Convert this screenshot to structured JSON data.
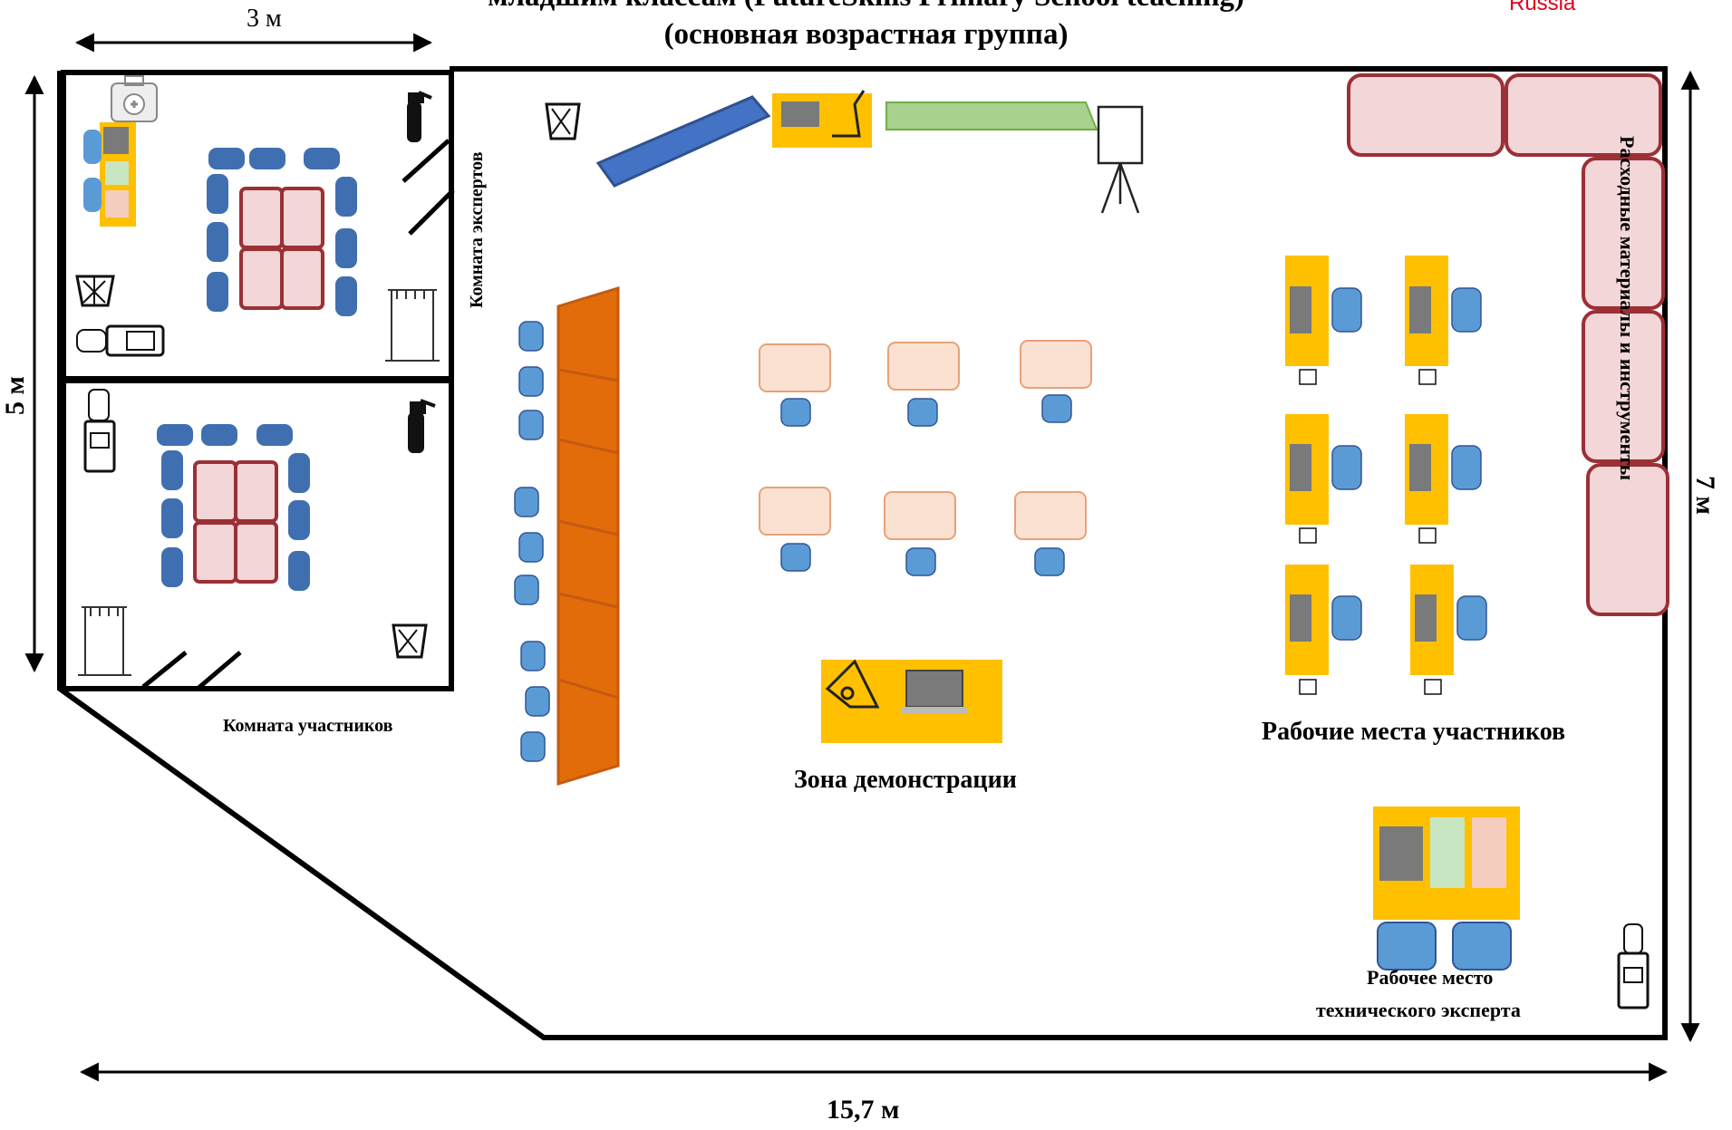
{
  "header": {
    "title_line1": "младшим классам (FutureSkills Primary School teaching)",
    "title_line2": "(основная возрастная группа)",
    "brand": "Russia"
  },
  "dimensions": {
    "top_width": "3 м",
    "left_height": "5 м",
    "right_height": "7 м",
    "bottom_width": "15,7 м"
  },
  "labels": {
    "expert_room": "Комната экспертов",
    "participant_room": "Комната участников",
    "consumables": "Расходные материалы и инструменты",
    "demo_zone": "Зона демонстрации",
    "workplaces": "Рабочие места участников",
    "tech_expert_line1": "Рабочее место",
    "tech_expert_line2": "технического эксперта"
  },
  "colors": {
    "wall": "#000000",
    "chair": "#3f6fb0",
    "chair_light": "#5b9bd5",
    "table_pink": "#f3d6d8",
    "table_border": "#9b3035",
    "desk_yellow": "#ffc000",
    "orange_table": "#e36c0a",
    "peach_table": "#fbe1d2",
    "green_table": "#a9d18e",
    "accent": "#e2001a"
  }
}
